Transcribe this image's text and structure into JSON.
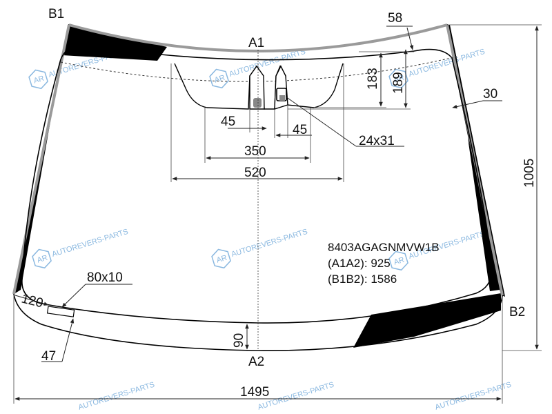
{
  "points": {
    "a1": "A1",
    "a2": "A2",
    "b1": "B1",
    "b2": "B2"
  },
  "dimensions": {
    "top_edge": "58",
    "side_edge": "30",
    "sensor_h1": "183",
    "sensor_h2": "189",
    "left_offset": "45",
    "right_offset": "45",
    "sensor_size": "24x31",
    "inner_width": "350",
    "outer_width": "520",
    "height": "1005",
    "width": "1495",
    "bottom_band": "90",
    "mark_size": "80x10",
    "mark_x": "120",
    "mark_y": "47"
  },
  "info": {
    "part_code": "8403AGAGNMVW1B",
    "a1a2": "(A1A2): 925",
    "b1b2": "(B1B2): 1586"
  },
  "watermark": {
    "text": "AUTOREVERS-PARTS",
    "logo": "AR"
  },
  "colors": {
    "frit": "#000000",
    "outline": "#000000",
    "edge_gray": "#9a9a9a",
    "watermark": "#8ab8e0"
  }
}
